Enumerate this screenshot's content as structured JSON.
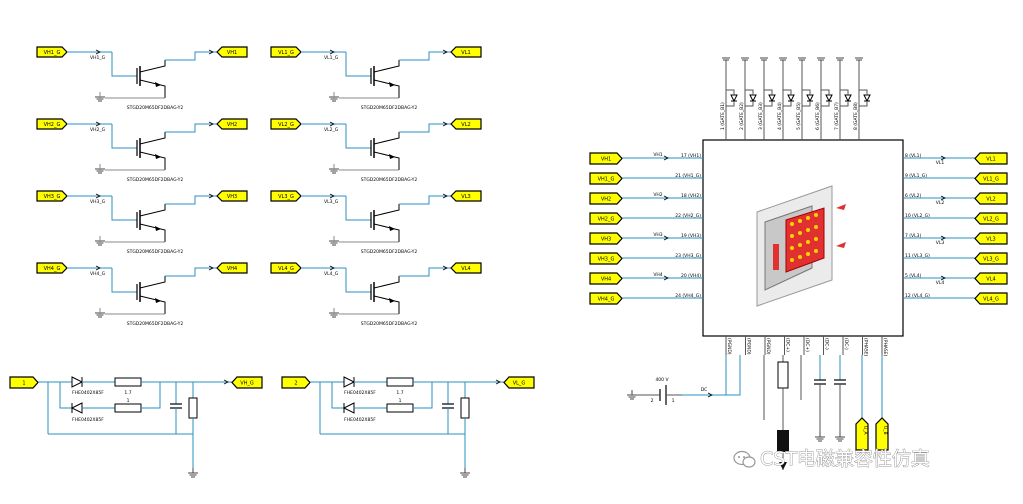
{
  "watermark": "CST电磁兼容性仿真",
  "drivers": [
    {
      "in": "VH1_G",
      "net": "VH1_G",
      "out": "VH1",
      "part": "STGD20M65DF2DBAG-Y2"
    },
    {
      "in": "VL1_G",
      "net": "VL1_G",
      "out": "VL1",
      "part": "STGD20M65DF2DBAG-Y2"
    },
    {
      "in": "VH2_G",
      "net": "VH2_G",
      "out": "VH2",
      "part": "STGD20M65DF2DBAG-Y2"
    },
    {
      "in": "VL2_G",
      "net": "VL2_G",
      "out": "VL2",
      "part": "STGD20M65DF2DBAG-Y2"
    },
    {
      "in": "VH3_G",
      "net": "VH3_G",
      "out": "VH3",
      "part": "STGD20M65DF2DBAG-Y2"
    },
    {
      "in": "VL3_G",
      "net": "VL3_G",
      "out": "VL3",
      "part": "STGD20M65DF2DBAG-Y2"
    },
    {
      "in": "VH4_G",
      "net": "VH4_G",
      "out": "VH4",
      "part": "STGD20M65DF2DBAG-Y2"
    },
    {
      "in": "VL4_G",
      "net": "VL4_G",
      "out": "VL4",
      "part": "STGD20M65DF2DBAG-Y2"
    }
  ],
  "gate_circuits": [
    {
      "in": "1",
      "out": "VH_G",
      "diode": "FHE0402X85F",
      "diode2": "FHE0402X85F",
      "r1": "1.7",
      "r2": "1"
    },
    {
      "in": "2",
      "out": "VL_G",
      "diode": "FHE0402X85F",
      "diode2": "FHE0402X85F",
      "r1": "1.7",
      "r2": "1"
    }
  ],
  "module": {
    "left_ports": [
      "VH1",
      "VH1_G",
      "VH2",
      "VH2_G",
      "VH3",
      "VH3_G",
      "VH4",
      "VH4_G"
    ],
    "left_pins": [
      "17 (VH1)",
      "21 (VH1_G)",
      "18 (VH2)",
      "22 (VH2_G)",
      "19 (VH3)",
      "23 (VH3_G)",
      "20 (VH4)",
      "24 (VH4_G)"
    ],
    "left_nets": [
      "VH1",
      "",
      "VH2",
      "",
      "VH3",
      "",
      "VH4",
      ""
    ],
    "right_ports": [
      "VL1",
      "VL1_G",
      "VL2",
      "VL2_G",
      "VL3",
      "VL3_G",
      "VL4",
      "VL4_G"
    ],
    "right_pins": [
      "8 (VL1)",
      "9 (VL1_G)",
      "6 (VL2)",
      "10 (VL2_G)",
      "7 (VL3)",
      "11 (VL3_G)",
      "5 (VL4)",
      "12 (VL4_G)"
    ],
    "right_nets": [
      "VL1",
      "",
      "VL2",
      "",
      "VL3",
      "",
      "VL4",
      ""
    ],
    "top_pins": [
      "1 (GATE_B1)",
      "2 (GATE_B2)",
      "3 (GATE_B3)",
      "4 (GATE_B4)",
      "5 (GATE_B5)",
      "6 (GATE_B6)",
      "7 (GATE_B7)",
      "8 (GATE_B8)"
    ],
    "bottom_pins": [
      "(PGND)",
      "(PGND)",
      "(PGND)",
      "(DC+)",
      "(DC+)",
      "(DC-)",
      "(DC-)",
      "(PHASE)",
      "(PHASE)"
    ],
    "source_value": "400 V",
    "source_pins": [
      "2",
      "1"
    ],
    "source_net": "DC",
    "bottom_ports": [
      "U_A",
      "U_B"
    ]
  }
}
